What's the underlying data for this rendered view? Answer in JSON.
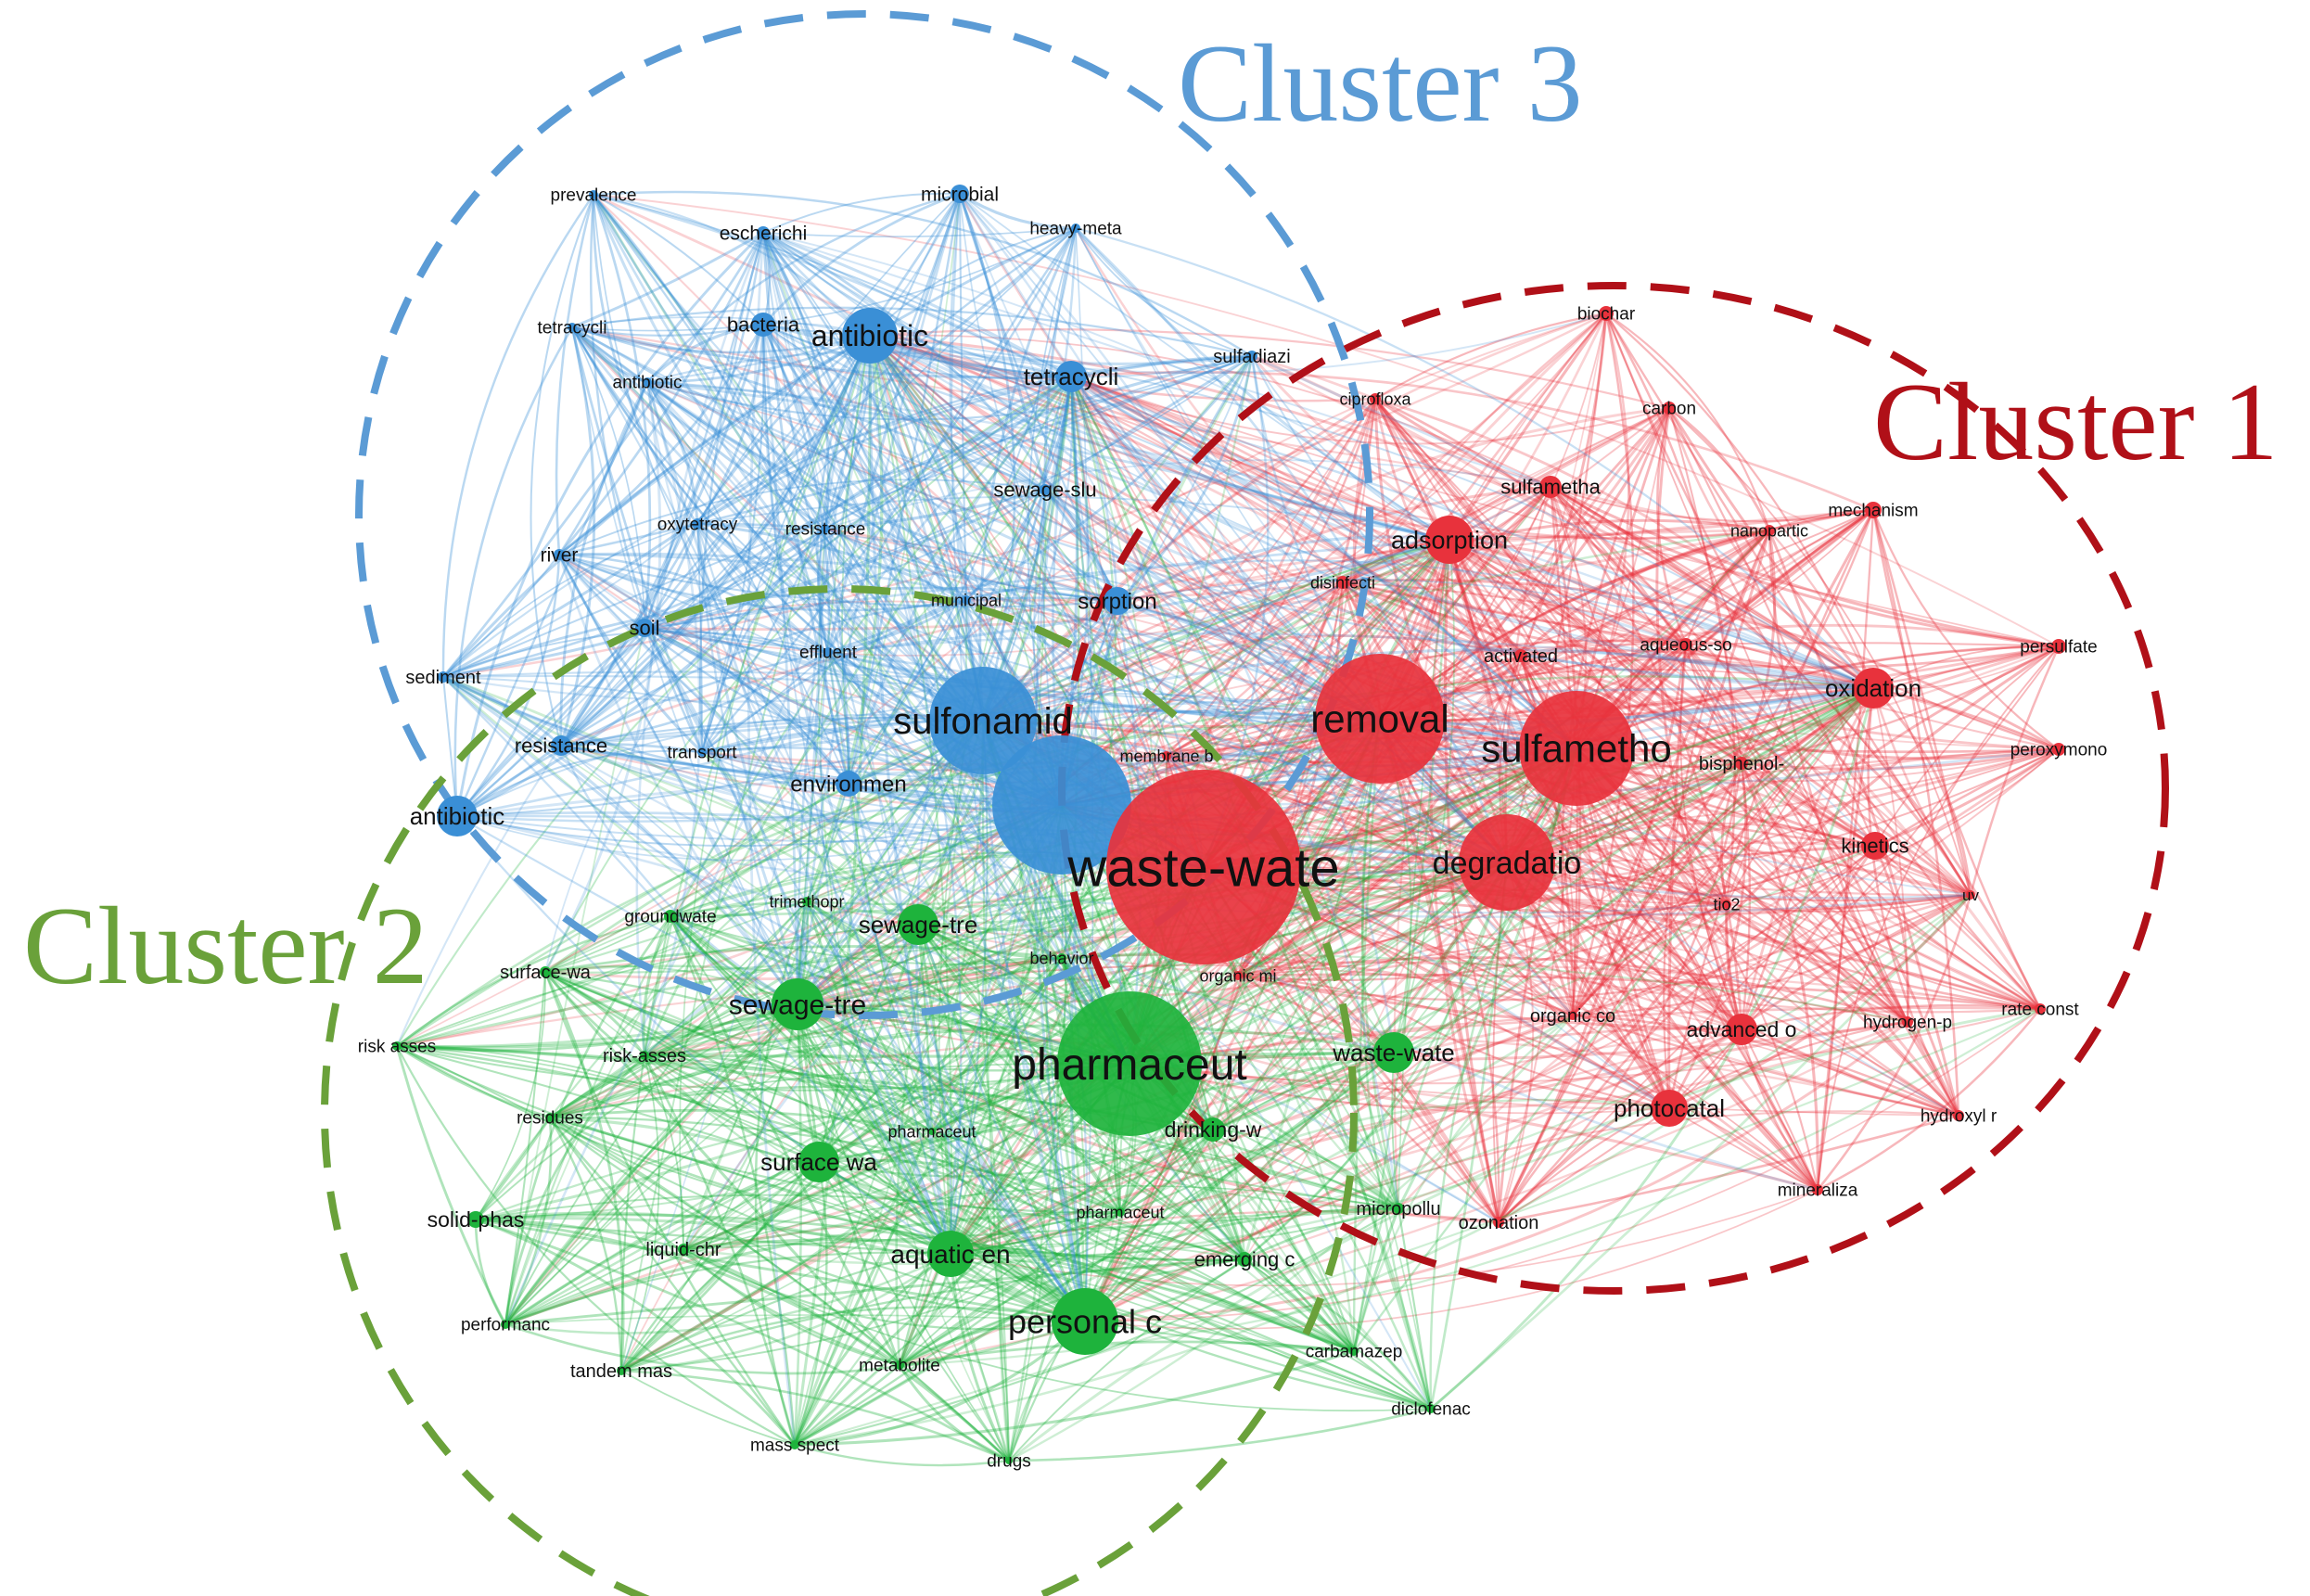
{
  "clusters": [
    {
      "id": "c1",
      "label": "Cluster 1",
      "color": "#b01018"
    },
    {
      "id": "c2",
      "label": "Cluster 2",
      "color": "#6aa13a"
    },
    {
      "id": "c3",
      "label": "Cluster 3",
      "color": "#5b9bd5"
    }
  ],
  "node_colors": {
    "red": "#e8323c",
    "green": "#1eb33c",
    "blue": "#3a8fd6"
  },
  "nodes": [
    {
      "id": "waste-wate",
      "label": "waste-wate",
      "cluster": "red"
    },
    {
      "id": "removal",
      "label": "removal",
      "cluster": "red"
    },
    {
      "id": "sulfametho",
      "label": "sulfametho",
      "cluster": "red"
    },
    {
      "id": "degradatio",
      "label": "degradatio",
      "cluster": "red"
    },
    {
      "id": "adsorption",
      "label": "adsorption",
      "cluster": "red"
    },
    {
      "id": "oxidation",
      "label": "oxidation",
      "cluster": "red"
    },
    {
      "id": "kinetics",
      "label": "kinetics",
      "cluster": "red"
    },
    {
      "id": "photocatal",
      "label": "photocatal",
      "cluster": "red"
    },
    {
      "id": "advanced-o",
      "label": "advanced o",
      "cluster": "red"
    },
    {
      "id": "biochar",
      "label": "biochar",
      "cluster": "red"
    },
    {
      "id": "carbon",
      "label": "carbon",
      "cluster": "red"
    },
    {
      "id": "sulfametha",
      "label": "sulfametha",
      "cluster": "red"
    },
    {
      "id": "mechanism",
      "label": "mechanism",
      "cluster": "red"
    },
    {
      "id": "nanopartic",
      "label": "nanopartic",
      "cluster": "red"
    },
    {
      "id": "persulfate",
      "label": "persulfate",
      "cluster": "red"
    },
    {
      "id": "peroxymono",
      "label": "peroxymono",
      "cluster": "red"
    },
    {
      "id": "bisphenol",
      "label": "bisphenol-",
      "cluster": "red"
    },
    {
      "id": "activated",
      "label": "activated",
      "cluster": "red"
    },
    {
      "id": "aqueous-so",
      "label": "aqueous-so",
      "cluster": "red"
    },
    {
      "id": "disinfecti",
      "label": "disinfecti",
      "cluster": "red"
    },
    {
      "id": "ciproflox",
      "label": "ciprofloxa",
      "cluster": "red"
    },
    {
      "id": "tio2",
      "label": "tio2",
      "cluster": "red"
    },
    {
      "id": "uv",
      "label": "uv",
      "cluster": "red"
    },
    {
      "id": "organic-co",
      "label": "organic co",
      "cluster": "red"
    },
    {
      "id": "hydrogen-p",
      "label": "hydrogen-p",
      "cluster": "red"
    },
    {
      "id": "rate-const",
      "label": "rate const",
      "cluster": "red"
    },
    {
      "id": "hydroxyl-r",
      "label": "hydroxyl r",
      "cluster": "red"
    },
    {
      "id": "mineraliza",
      "label": "mineraliza",
      "cluster": "red"
    },
    {
      "id": "ozonation",
      "label": "ozonation",
      "cluster": "red"
    },
    {
      "id": "membrane-b",
      "label": "membrane b",
      "cluster": "red"
    },
    {
      "id": "organic-mi",
      "label": "organic mi",
      "cluster": "red"
    },
    {
      "id": "pharmaceut",
      "label": "pharmaceut",
      "cluster": "green"
    },
    {
      "id": "personal-c",
      "label": "personal c",
      "cluster": "green"
    },
    {
      "id": "sewage-tre2",
      "label": "sewage-tre",
      "cluster": "green"
    },
    {
      "id": "sewage-tre1",
      "label": "sewage-tre",
      "cluster": "green"
    },
    {
      "id": "aquatic-en",
      "label": "aquatic en",
      "cluster": "green"
    },
    {
      "id": "surface-wa2",
      "label": "surface wa",
      "cluster": "green"
    },
    {
      "id": "waste-wate-g",
      "label": "waste-wate",
      "cluster": "green"
    },
    {
      "id": "drinking-w",
      "label": "drinking-w",
      "cluster": "green"
    },
    {
      "id": "emerging-c",
      "label": "emerging c",
      "cluster": "green"
    },
    {
      "id": "micropollu",
      "label": "micropollu",
      "cluster": "green"
    },
    {
      "id": "solid-phas",
      "label": "solid-phas",
      "cluster": "green"
    },
    {
      "id": "liquid-chr",
      "label": "liquid-chr",
      "cluster": "green"
    },
    {
      "id": "performanc",
      "label": "performanc",
      "cluster": "green"
    },
    {
      "id": "tandem-mas",
      "label": "tandem mas",
      "cluster": "green"
    },
    {
      "id": "metabolite",
      "label": "metabolite",
      "cluster": "green"
    },
    {
      "id": "mass-spect",
      "label": "mass spect",
      "cluster": "green"
    },
    {
      "id": "drugs",
      "label": "drugs",
      "cluster": "green"
    },
    {
      "id": "carbamazep",
      "label": "carbamazep",
      "cluster": "green"
    },
    {
      "id": "diclofenac",
      "label": "diclofenac",
      "cluster": "green"
    },
    {
      "id": "pharmaceut-s",
      "label": "pharmaceut",
      "cluster": "green"
    },
    {
      "id": "pharmaceut-f",
      "label": "pharmaceut",
      "cluster": "green"
    },
    {
      "id": "surface-wa1",
      "label": "surface-wa",
      "cluster": "green"
    },
    {
      "id": "risk-asses1",
      "label": "risk asses",
      "cluster": "green"
    },
    {
      "id": "risk-asses2",
      "label": "risk-asses",
      "cluster": "green"
    },
    {
      "id": "residues",
      "label": "residues",
      "cluster": "green"
    },
    {
      "id": "groundwate",
      "label": "groundwate",
      "cluster": "green"
    },
    {
      "id": "trimethopr",
      "label": "trimethopr",
      "cluster": "green"
    },
    {
      "id": "behavior",
      "label": "behavior",
      "cluster": "green"
    },
    {
      "id": "sulfonamid",
      "label": "sulfonamid",
      "cluster": "blue"
    },
    {
      "id": "blue-big",
      "label": "",
      "cluster": "blue"
    },
    {
      "id": "antibiotic1",
      "label": "antibiotic",
      "cluster": "blue"
    },
    {
      "id": "tetracycli1",
      "label": "tetracycli",
      "cluster": "blue"
    },
    {
      "id": "bacteria",
      "label": "bacteria",
      "cluster": "blue"
    },
    {
      "id": "antibiotic2",
      "label": "antibiotic",
      "cluster": "blue"
    },
    {
      "id": "antibiotic3",
      "label": "antibiotic",
      "cluster": "blue"
    },
    {
      "id": "sorption",
      "label": "sorption",
      "cluster": "blue"
    },
    {
      "id": "sewage-slu",
      "label": "sewage-slu",
      "cluster": "blue"
    },
    {
      "id": "environmen",
      "label": "environmen",
      "cluster": "blue"
    },
    {
      "id": "resistance1",
      "label": "resistance",
      "cluster": "blue"
    },
    {
      "id": "resistance2",
      "label": "resistance",
      "cluster": "blue"
    },
    {
      "id": "soil",
      "label": "soil",
      "cluster": "blue"
    },
    {
      "id": "river",
      "label": "river",
      "cluster": "blue"
    },
    {
      "id": "sediment",
      "label": "sediment",
      "cluster": "blue"
    },
    {
      "id": "prevalence",
      "label": "prevalence",
      "cluster": "blue"
    },
    {
      "id": "escherichi",
      "label": "escherichi",
      "cluster": "blue"
    },
    {
      "id": "microbial",
      "label": "microbial",
      "cluster": "blue"
    },
    {
      "id": "heavy-meta",
      "label": "heavy-meta",
      "cluster": "blue"
    },
    {
      "id": "tetracycli2",
      "label": "tetracycli",
      "cluster": "blue"
    },
    {
      "id": "sulfadiazi",
      "label": "sulfadiazi",
      "cluster": "blue"
    },
    {
      "id": "oxytetracy",
      "label": "oxytetracy",
      "cluster": "blue"
    },
    {
      "id": "municipal",
      "label": "municipal",
      "cluster": "blue"
    },
    {
      "id": "effluent",
      "label": "effluent",
      "cluster": "blue"
    },
    {
      "id": "transport",
      "label": "transport",
      "cluster": "blue"
    }
  ]
}
